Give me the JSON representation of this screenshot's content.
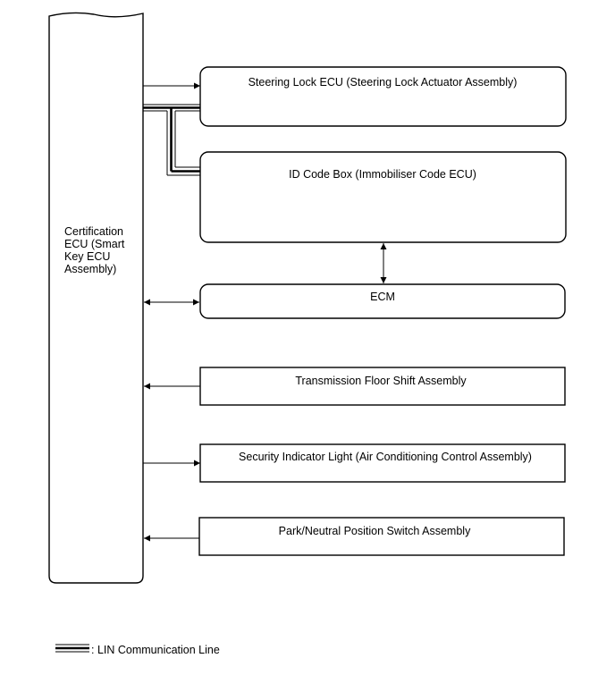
{
  "diagram": {
    "main_unit": {
      "lines": [
        "Certification",
        "ECU (Smart",
        "Key ECU",
        "Assembly)"
      ]
    },
    "boxes": [
      {
        "id": "steering-lock-ecu",
        "label": "Steering Lock ECU (Steering Lock Actuator Assembly)"
      },
      {
        "id": "id-code-box",
        "label": "ID Code Box (Immobiliser Code ECU)"
      },
      {
        "id": "ecm",
        "label": "ECM"
      },
      {
        "id": "transmission-floor-shift",
        "label": "Transmission Floor Shift Assembly"
      },
      {
        "id": "security-indicator-light",
        "label": "Security Indicator Light (Air Conditioning Control Assembly)"
      },
      {
        "id": "park-neutral-position-switch",
        "label": "Park/Neutral Position Switch Assembly"
      }
    ],
    "legend": {
      "label": ": LIN Communication Line"
    }
  }
}
